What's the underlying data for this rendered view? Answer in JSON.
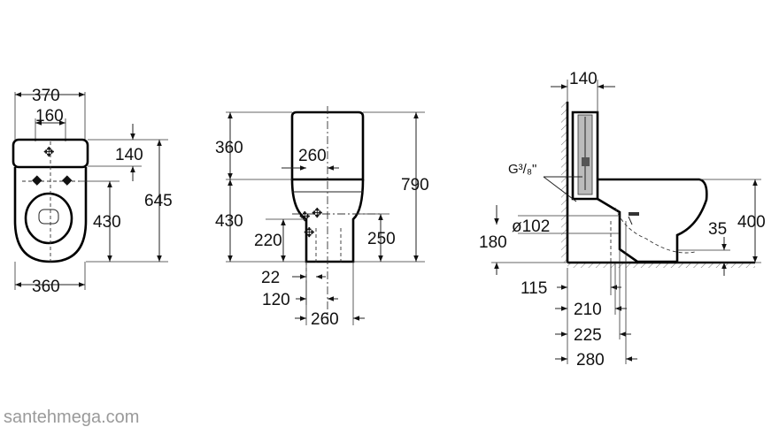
{
  "watermark": "santehmega.com",
  "top_view": {
    "width_overall": "370",
    "width_tank": "160",
    "tank_depth": "140",
    "rim_to_fixing": "430",
    "length_overall": "645",
    "base_width": "360"
  },
  "front_view": {
    "tank_height": "360",
    "tank_width": "260",
    "bowl_height": "430",
    "height_overall": "790",
    "inlet_left_height": "220",
    "inlet_right_height": "250",
    "offset_small": "22",
    "offset_medium": "120",
    "base_width": "260"
  },
  "side_view": {
    "wall_to_tank": "140",
    "inlet_thread": "G³/₈\"",
    "outlet_diameter": "ø102",
    "outlet_height": "180",
    "rim_height": "400",
    "floor_step": "35",
    "dist_115": "115",
    "dist_210": "210",
    "dist_225": "225",
    "dist_280": "280"
  }
}
